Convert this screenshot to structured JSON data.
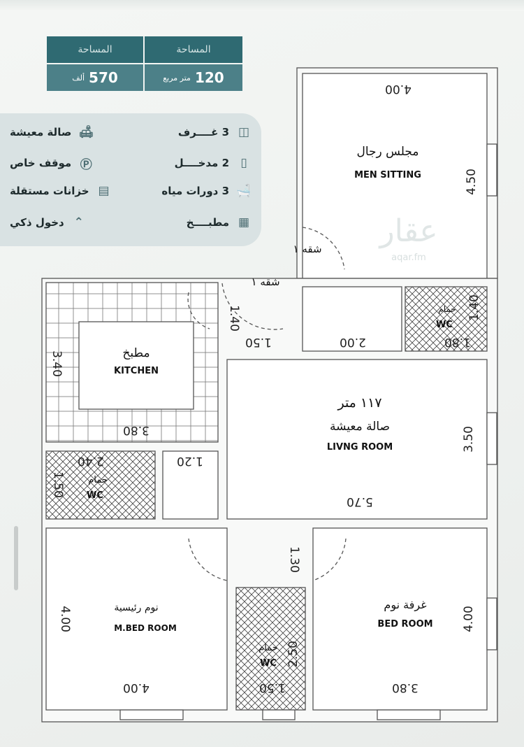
{
  "area_cards": [
    {
      "label": "المساحة",
      "value": "120",
      "unit": "متر مربع"
    },
    {
      "label": "المساحة",
      "value": "570",
      "unit": "ألف"
    }
  ],
  "features": [
    {
      "text": "3 غــــرف",
      "icon": "room-icon"
    },
    {
      "text": "صالة معيشة",
      "icon": "sofa-lamp-icon"
    },
    {
      "text": "2 مدخــــل",
      "icon": "door-icon"
    },
    {
      "text": "موقف خاص",
      "icon": "parking-icon"
    },
    {
      "text": "3 دورات مياه",
      "icon": "bathtub-icon"
    },
    {
      "text": "خزانات مستقلة",
      "icon": "cabinet-icon"
    },
    {
      "text": "مطبــــخ",
      "icon": "kitchen-icon"
    },
    {
      "text": "دخول ذكي",
      "icon": "chevron-up-icon"
    }
  ],
  "plan": {
    "men_sitting": {
      "ar": "مجلس رجال",
      "en": "MEN SITTING",
      "w": "4.00",
      "h": "4.50"
    },
    "kitchen": {
      "ar": "مطبخ",
      "en": "KITCHEN",
      "w": "3.80",
      "h": "3.40"
    },
    "living": {
      "area": "١١٧ متر",
      "ar": "صالة معيشة",
      "en": "LIVNG ROOM",
      "w": "5.70",
      "h": "3.50"
    },
    "wc_top": {
      "ar": "حمام",
      "en": "WC",
      "w": "1.80",
      "h": "1.40"
    },
    "wc_left": {
      "ar": "حمام",
      "en": "WC",
      "w": "2.40",
      "h": "1.50"
    },
    "wc_center": {
      "ar": "حمام",
      "en": "WC",
      "w": "1.50",
      "h": "2.50"
    },
    "master_bed": {
      "ar": "نوم رئيسية",
      "en": "M.BED ROOM",
      "w": "4.00",
      "h": "4.00"
    },
    "bedroom": {
      "ar": "غرفة نوم",
      "en": "BED ROOM",
      "w": "3.80",
      "h": "4.00"
    },
    "dims": {
      "entry_w": "1.50",
      "entry_h": "1.40",
      "hall_w": "2.00",
      "store_w": "1.20",
      "corridor_h": "1.30"
    },
    "door1": "شقه ١",
    "door2": "شقه ١"
  },
  "watermark": {
    "ar": "عقار",
    "en": "aqar.fm"
  },
  "colors": {
    "card": "#2f6a72",
    "card_value": "#4c8088",
    "panel": "#d9e2e3",
    "wall": "#555555"
  }
}
